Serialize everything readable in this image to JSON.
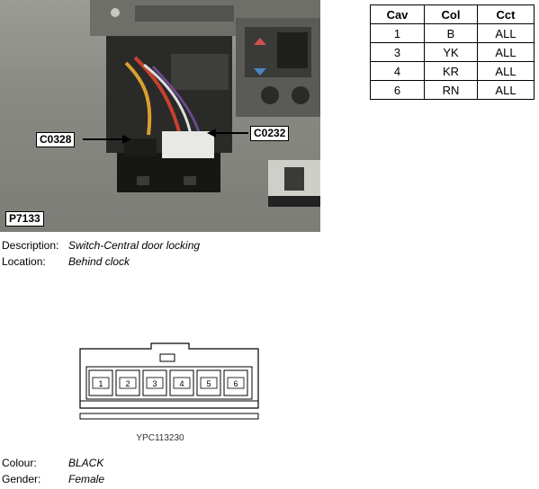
{
  "photo": {
    "ref": "P7133",
    "callouts": {
      "left": "C0328",
      "right": "C0232"
    }
  },
  "pin_table": {
    "headers": [
      "Cav",
      "Col",
      "Cct"
    ],
    "rows": [
      [
        "1",
        "B",
        "ALL"
      ],
      [
        "3",
        "YK",
        "ALL"
      ],
      [
        "4",
        "KR",
        "ALL"
      ],
      [
        "6",
        "RN",
        "ALL"
      ]
    ]
  },
  "info": {
    "description_label": "Description:",
    "description_value": "Switch-Central door locking",
    "location_label": "Location:",
    "location_value": "Behind clock"
  },
  "connector": {
    "pins": [
      "1",
      "2",
      "3",
      "4",
      "5",
      "6"
    ],
    "part_number": "YPC113230"
  },
  "attributes": {
    "colour_label": "Colour:",
    "colour_value": "BLACK",
    "gender_label": "Gender:",
    "gender_value": "Female"
  },
  "colors": {
    "callout_arrow": "#000000",
    "photo_bg": "#8a8a84"
  }
}
